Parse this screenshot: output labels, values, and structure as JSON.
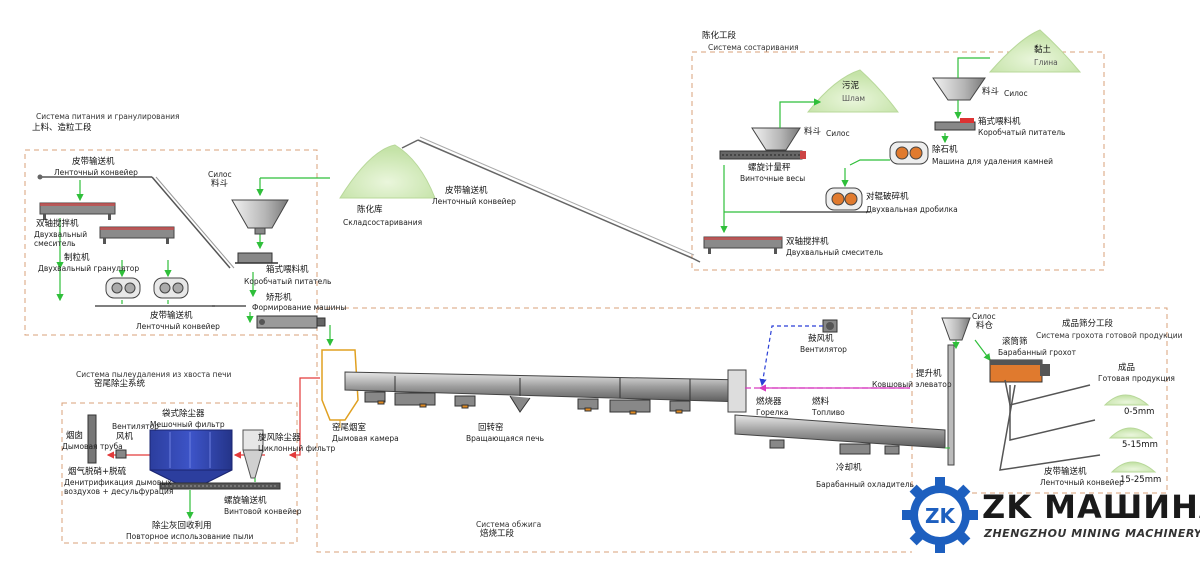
{
  "colors": {
    "flow_arrow": "#2fbf3a",
    "hot_air": "#e33a3a",
    "fuel": "#d83bbf",
    "fan_line": "#2a3fd6",
    "frame_dash": "#d9a07a",
    "machine_gray": "#9a9a9a",
    "material_green": "#d8edc4",
    "logo_blue": "#1d5fbf",
    "logo_gray": "#555555"
  },
  "sections": {
    "feeding": {
      "ru": "Система питания и гранулирования",
      "zh": "上料、造粒工段"
    },
    "aging": {
      "zh": "陈化工段",
      "ru": "Система состаривания"
    },
    "tail_dust": {
      "ru": "Система пылеудаления из хвоста печи",
      "zh": "窑尾除尘系统"
    },
    "screening": {
      "zh": "成品筛分工段",
      "ru": "Система грохота готовой продукции"
    },
    "firing": {
      "ru": "Система обжига",
      "zh": "焙烧工段"
    }
  },
  "labels": {
    "belt_top": {
      "zh": "皮带输送机",
      "ru": "Ленточный конвейер"
    },
    "mixer_left": {
      "zh": "双轴搅拌机",
      "ru": "Двухвальный смеситель"
    },
    "granulator": {
      "zh": "制粒机",
      "ru": "Двухвальный гранулятор"
    },
    "belt_bottom": {
      "zh": "皮带输送机",
      "ru": "Ленточный конвейер"
    },
    "silo_left": {
      "ru": "Силос",
      "zh": "料斗"
    },
    "box_feeder_left": {
      "zh": "箱式喂料机",
      "ru": "Коробчатый питатель"
    },
    "shaping": {
      "zh": "矫形机",
      "ru": "Формирование машины"
    },
    "aging_store": {
      "zh": "陈化库",
      "ru": "Складсостаривания"
    },
    "belt_long": {
      "zh": "皮带输送机",
      "ru": "Ленточный конвейер"
    },
    "sludge": {
      "zh": "污泥",
      "ru": "Шлам"
    },
    "hopper_mid": {
      "zh": "料斗",
      "ru": "Силос"
    },
    "screw_scale": {
      "zh": "螺旋计量秤",
      "ru": "Винточные весы"
    },
    "clay": {
      "zh": "黏土",
      "ru": "Глина"
    },
    "hopper_right": {
      "zh": "料斗",
      "ru": "Силос"
    },
    "box_feeder_right": {
      "zh": "箱式喂料机",
      "ru": "Коробчатый питатель"
    },
    "stone_remover": {
      "zh": "除石机",
      "ru": "Машина для удаления камней"
    },
    "roll_crusher": {
      "zh": "对辊破碎机",
      "ru": "Двухвальная дробилка"
    },
    "mixer_right": {
      "zh": "双轴搅拌机",
      "ru": "Двухвальный смеситель"
    },
    "blower": {
      "zh": "鼓风机",
      "ru": "Вентилятор"
    },
    "burner": {
      "zh": "燃烧器",
      "ru": "Горелка"
    },
    "fuel": {
      "zh": "燃料",
      "ru": "Топливо"
    },
    "bucket_elevator": {
      "zh": "提升机",
      "ru": "Ковшовый элеватор"
    },
    "silo_right": {
      "ru": "Силос",
      "zh": "料仓"
    },
    "drum_screen": {
      "zh": "滚筒筛",
      "ru": "Барабанный грохот"
    },
    "product": {
      "zh": "成品",
      "ru": "Готовая продукция"
    },
    "chimney": {
      "zh": "烟囱",
      "ru": "Дымовая труба"
    },
    "fan": {
      "ru": "Вентилятор",
      "zh": "风机"
    },
    "bag_filter": {
      "zh": "袋式除尘器",
      "ru": "Мешочный фильтр"
    },
    "cyclone": {
      "zh": "旋风除尘器",
      "ru": "Циклонный фильтр"
    },
    "denitration": {
      "zh": "烟气脱硝+脱硫",
      "ru1": "Денитрификация дымовых",
      "ru2": "воздухов + десульфурация"
    },
    "screw_conveyor": {
      "zh": "螺旋输送机",
      "ru": "Винтовой конвейер"
    },
    "dust_reuse": {
      "zh": "除尘灰回收利用",
      "ru": "Повторное использование пыли"
    },
    "smoke_chamber": {
      "zh": "窑尾烟室",
      "ru": "Дымовая камера"
    },
    "rotary_kiln": {
      "zh": "回转窑",
      "ru": "Вращающаяся печь"
    },
    "cooler": {
      "zh": "冷却机",
      "ru": "Барабанный охладитель"
    },
    "belt_product": {
      "zh": "皮带输送机",
      "ru": "Ленточный конвейер"
    }
  },
  "sizes": [
    "0-5mm",
    "5-15mm",
    "15-25mm"
  ],
  "logo": {
    "mark": "ZK",
    "brand": "ZK МАШИНА",
    "tagline": "ZHENGZHOU MINING MACHINERY"
  },
  "icons": [
    "hopper-icon",
    "mixer-icon",
    "granulator-icon",
    "crusher-icon",
    "fan-icon",
    "cyclone-icon",
    "chimney-icon",
    "kiln-icon",
    "gear-logo-icon"
  ]
}
